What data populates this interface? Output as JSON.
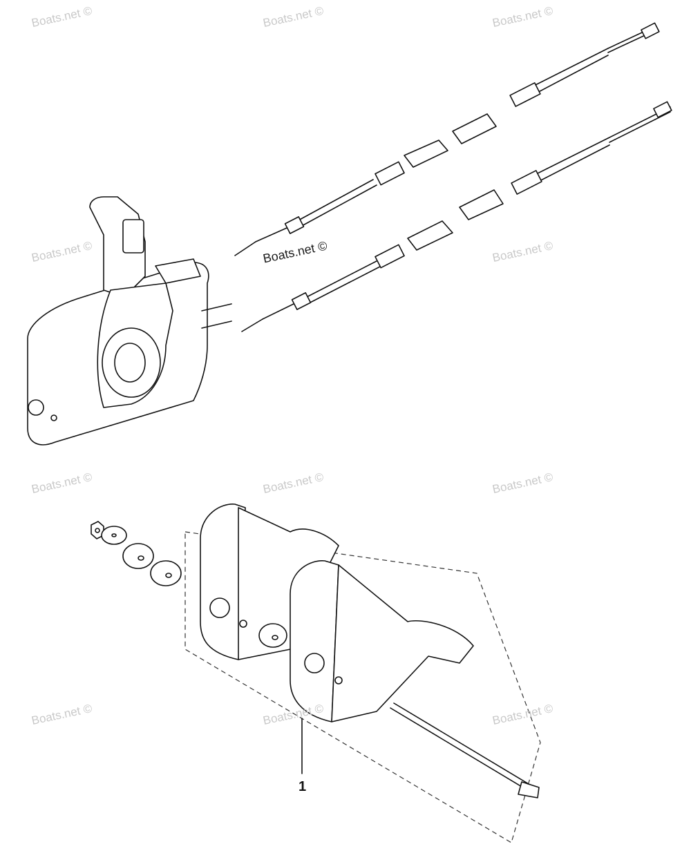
{
  "watermark": "Boats.net ©",
  "callout_label": "1",
  "parts": [
    "remote-control-box",
    "throttle-cable",
    "shift-cable",
    "mounting-kit",
    "nut",
    "washer",
    "spacer",
    "spacer",
    "mounting-bolt"
  ]
}
